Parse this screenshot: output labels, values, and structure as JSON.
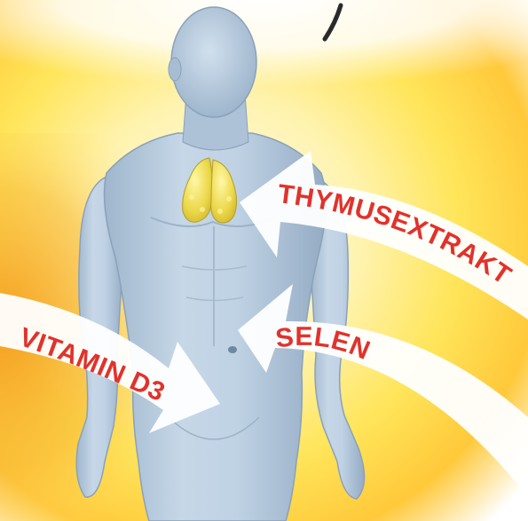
{
  "labels": {
    "thymus": "THYMUSEXTRAKT",
    "selen": "SELEN",
    "vitamin": "VITAMIN D3"
  },
  "colors": {
    "label_red": "#e1322b",
    "body_blue": "#b9cde0",
    "gland_yellow": "#e9d94a",
    "glow_yellow": "#ffe04d",
    "glow_orange": "#f5a020",
    "arrow_white": "#ffffff"
  },
  "organ": "thymus-gland"
}
